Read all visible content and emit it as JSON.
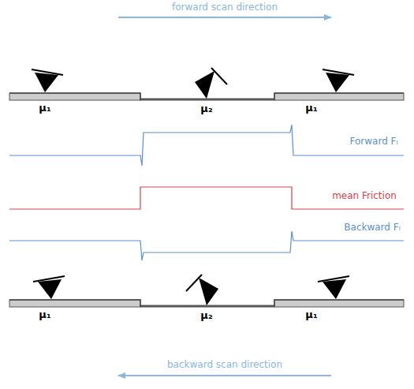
{
  "diagram": {
    "labels": [
      "forward scan direction",
      "μ₁",
      "μ₂",
      "μ₁",
      "Forward Fₗ",
      "mean Friction",
      "Backward Fₗ",
      "μ₁",
      "μ₂",
      "μ₁",
      "backward scan direction"
    ]
  }
}
